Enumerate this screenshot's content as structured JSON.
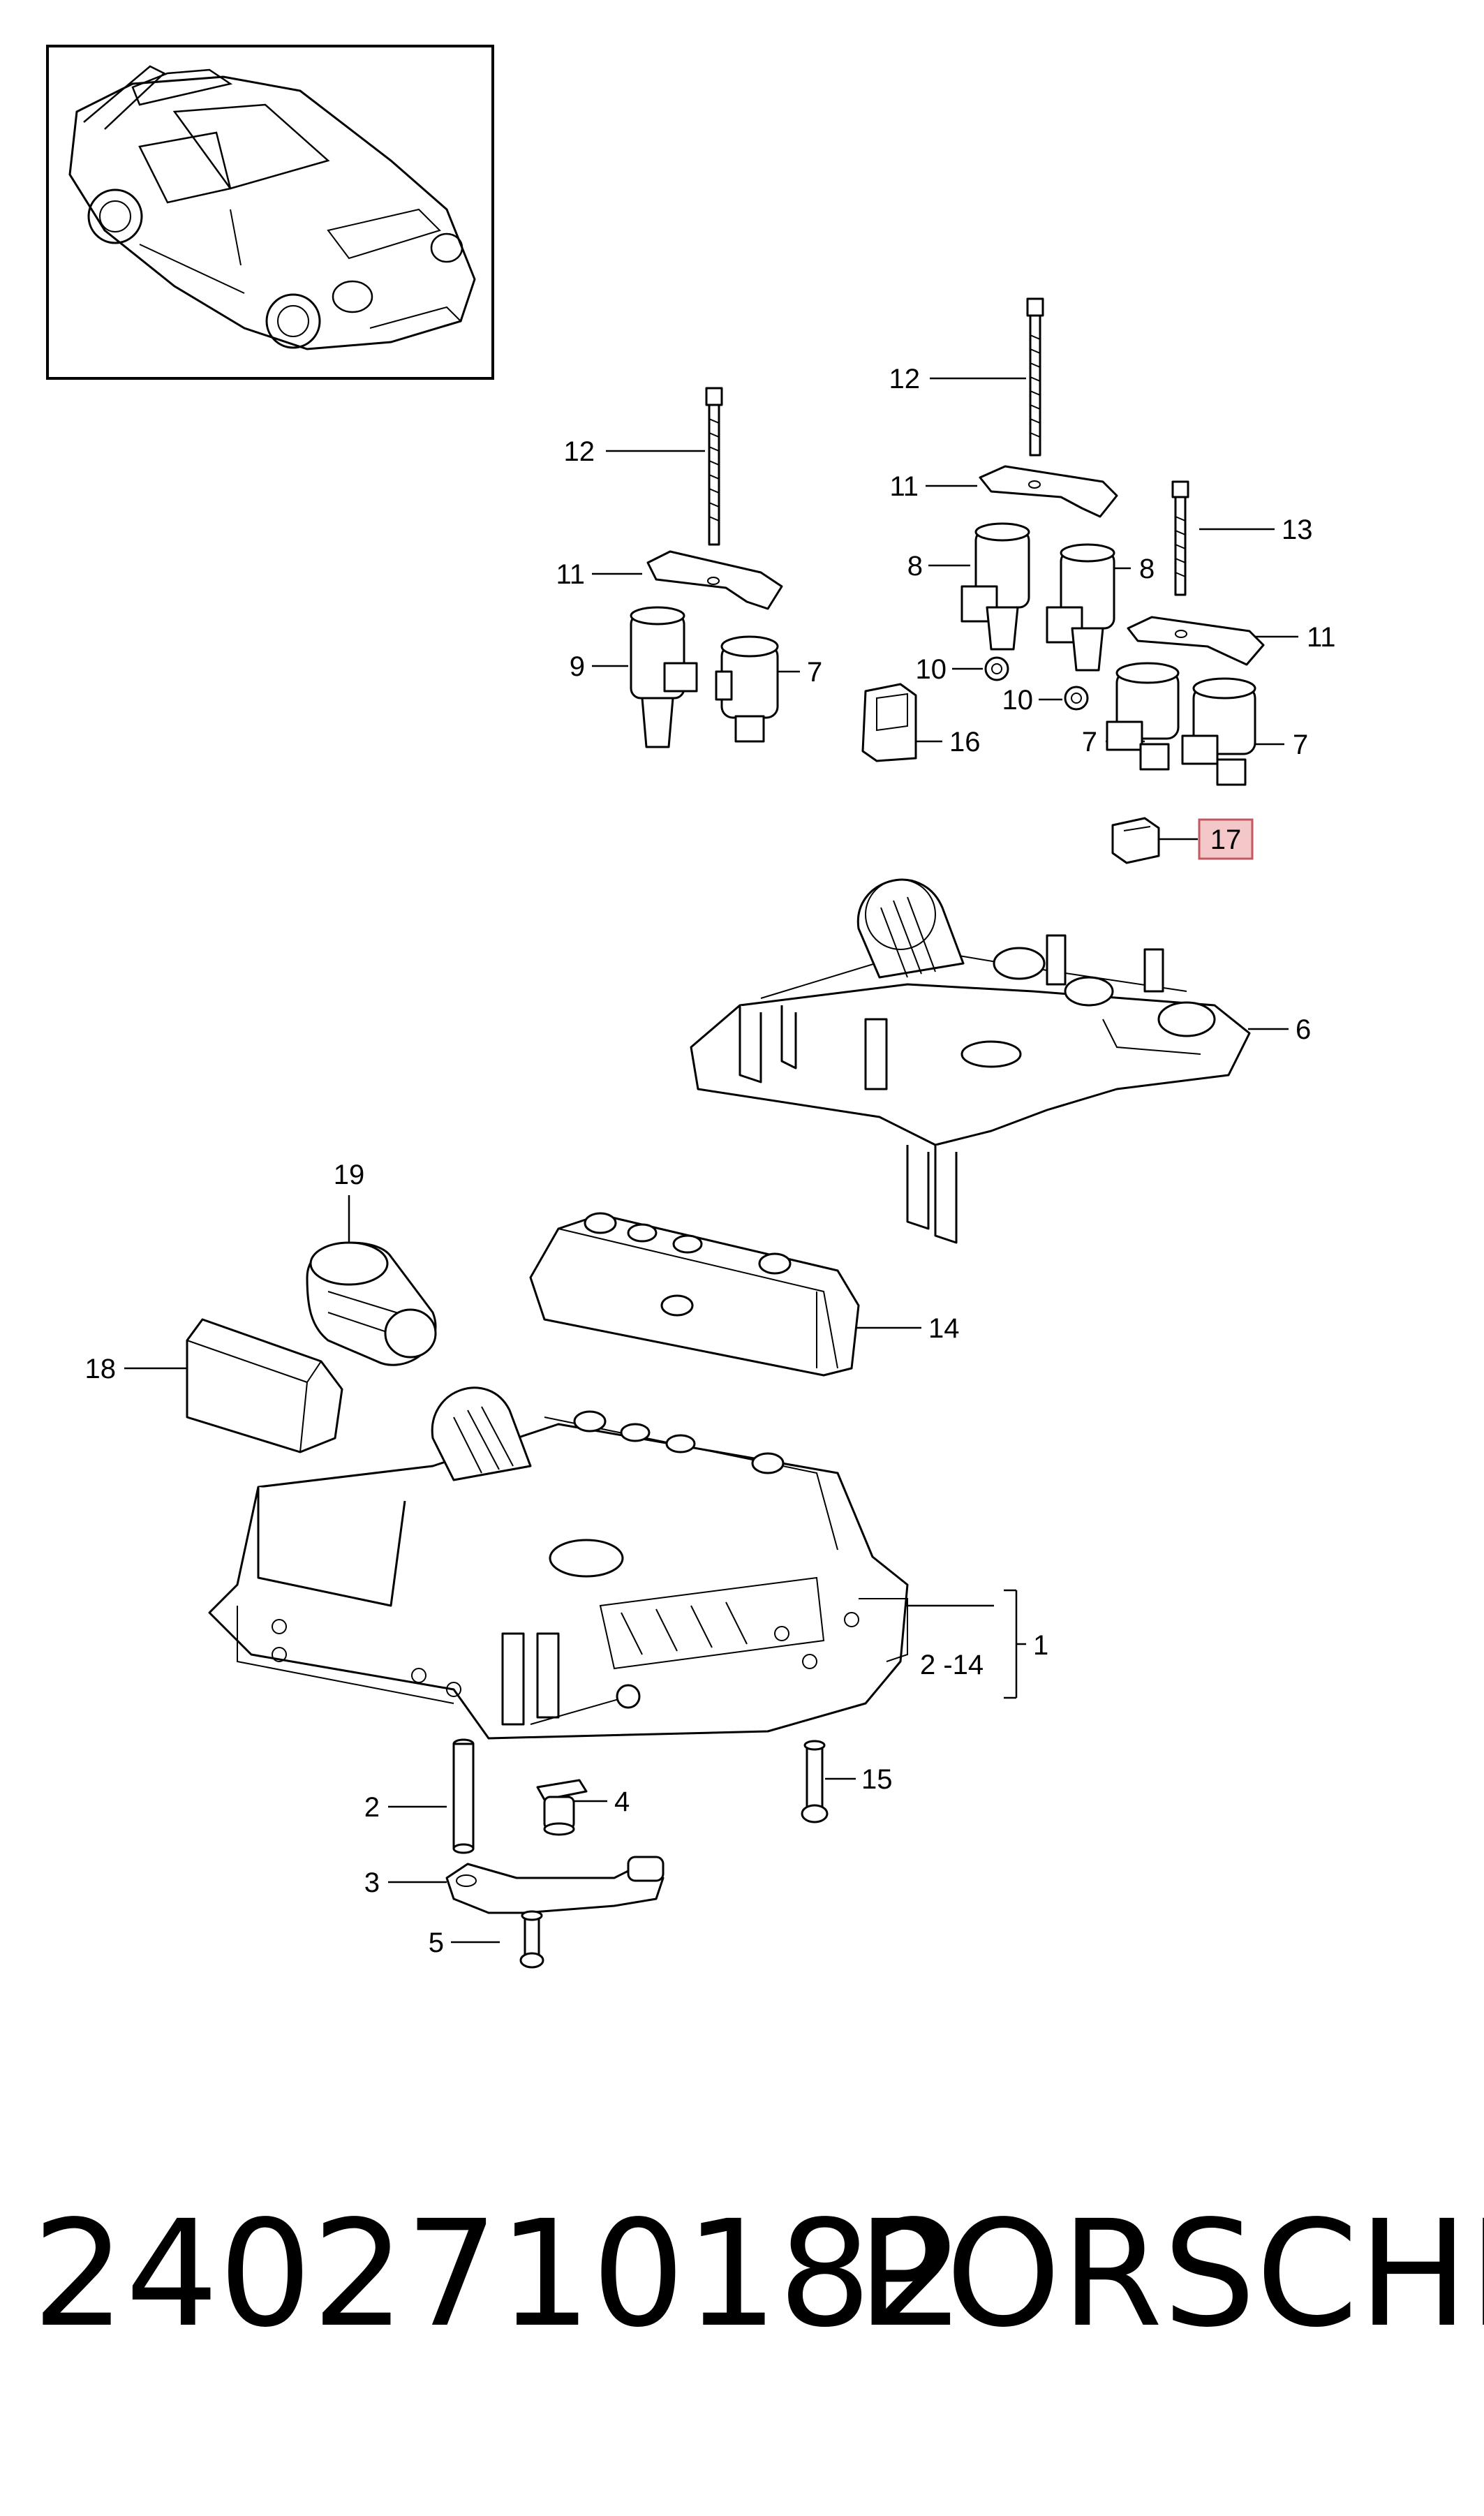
{
  "callouts": [
    {
      "id": "c12a",
      "text": "12"
    },
    {
      "id": "c12b",
      "text": "12"
    },
    {
      "id": "c11a",
      "text": "11"
    },
    {
      "id": "c11b",
      "text": "11"
    },
    {
      "id": "c11c",
      "text": "11"
    },
    {
      "id": "c13",
      "text": "13"
    },
    {
      "id": "c8a",
      "text": "8"
    },
    {
      "id": "c8b",
      "text": "8"
    },
    {
      "id": "c9",
      "text": "9"
    },
    {
      "id": "c7a",
      "text": "7"
    },
    {
      "id": "c7b",
      "text": "7"
    },
    {
      "id": "c7c",
      "text": "7"
    },
    {
      "id": "c10a",
      "text": "10"
    },
    {
      "id": "c10b",
      "text": "10"
    },
    {
      "id": "c16",
      "text": "16"
    },
    {
      "id": "c17",
      "text": "17"
    },
    {
      "id": "c6",
      "text": "6"
    },
    {
      "id": "c19",
      "text": "19"
    },
    {
      "id": "c14",
      "text": "14"
    },
    {
      "id": "c18",
      "text": "18"
    },
    {
      "id": "c1",
      "text": "1"
    },
    {
      "id": "c2-14",
      "text": "2 -14"
    },
    {
      "id": "c2",
      "text": "2"
    },
    {
      "id": "c4",
      "text": "4"
    },
    {
      "id": "c15",
      "text": "15"
    },
    {
      "id": "c3",
      "text": "3"
    },
    {
      "id": "c5",
      "text": "5"
    }
  ],
  "highlight_color": "#f4c7c9",
  "footer": {
    "part_number": "2402710182",
    "brand": "PORSCHE"
  }
}
